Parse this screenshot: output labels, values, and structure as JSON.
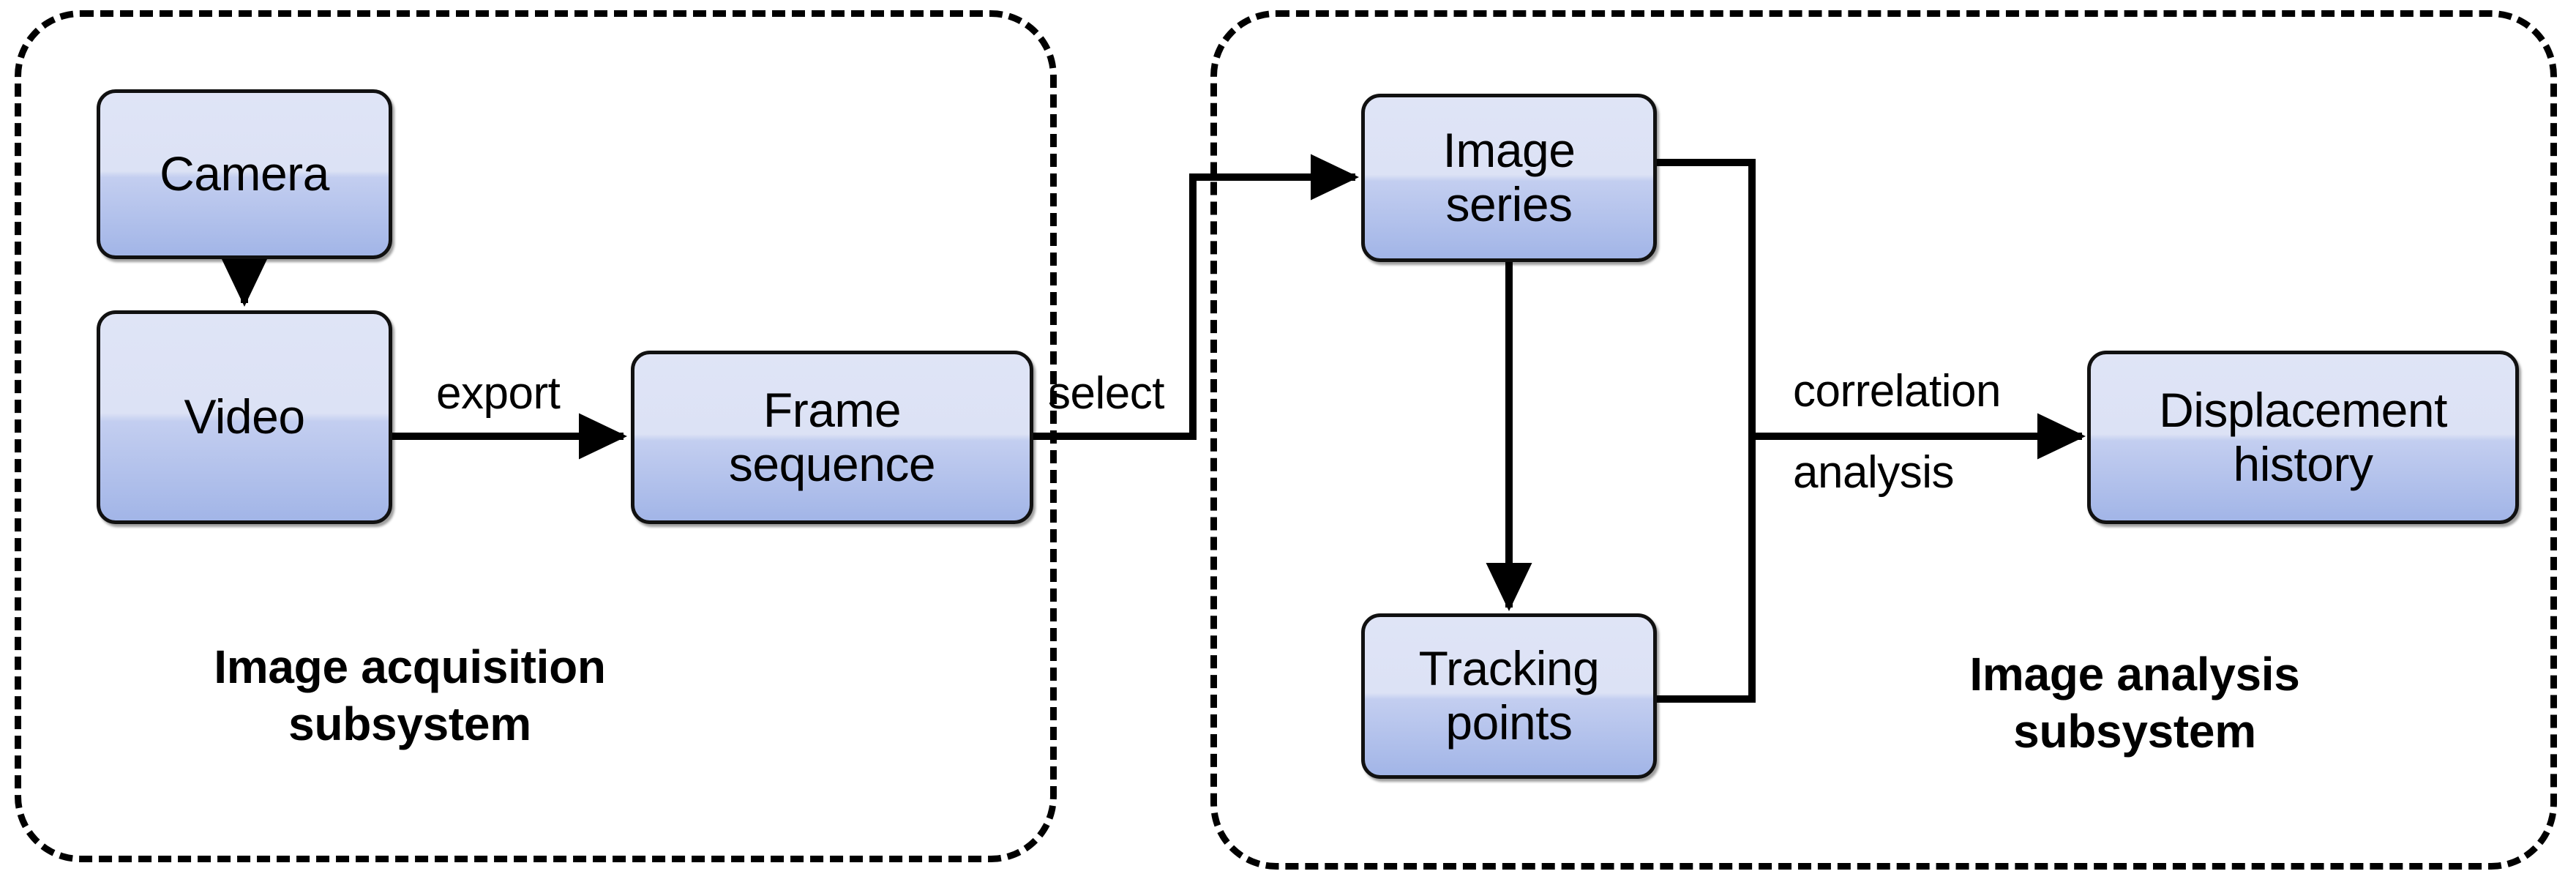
{
  "diagram": {
    "title": "Image acquisition and image analysis subsystem flow",
    "type": "flowchart",
    "background_color": "#ffffff",
    "node_fill_top": "#dde3f5",
    "node_fill_bottom": "#a3b6e8",
    "node_border_color": "#111111",
    "connector_color": "#000000",
    "subsystem_border_style": "dashed"
  },
  "subsystems": [
    {
      "id": "acquisition",
      "caption": "Image acquisition\nsubsystem"
    },
    {
      "id": "analysis",
      "caption": "Image analysis\nsubsystem"
    }
  ],
  "nodes": {
    "camera": {
      "label": "Camera"
    },
    "video": {
      "label": "Video"
    },
    "frame_sequence": {
      "label": "Frame\nsequence"
    },
    "image_series": {
      "label": "Image\nseries"
    },
    "tracking_points": {
      "label": "Tracking\npoints"
    },
    "displacement_history": {
      "label": "Displacement\nhistory"
    }
  },
  "edges": {
    "camera_to_video": {
      "label": ""
    },
    "video_to_frame": {
      "label": "export"
    },
    "frame_to_series": {
      "label": "select"
    },
    "series_to_points": {
      "label": ""
    },
    "merge_to_displacement": {
      "label_top": "correlation",
      "label_bottom": "analysis"
    }
  }
}
